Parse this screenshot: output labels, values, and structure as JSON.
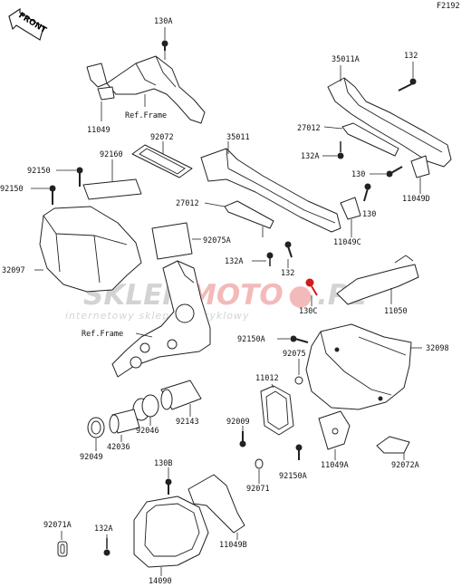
{
  "diagram_code": "F2192",
  "front_marker": "FRONT",
  "watermark": {
    "brand_prefix": "SKLEP",
    "brand_suffix": "MOTO",
    "tld": ".PL",
    "tagline": "internetowy sklep motocyklowy"
  },
  "colors": {
    "line": "#222222",
    "accent": "#d41a1a",
    "watermark_grey": "#c8c8c8",
    "watermark_red": "#f0b4b4"
  },
  "labels": {
    "l130A": "130A",
    "l11049": "11049",
    "refFrame1": "Ref.Frame",
    "l35011A": "35011A",
    "l132a": "132",
    "l27012a": "27012",
    "l132A1": "132A",
    "l130a": "130",
    "l11049D": "11049D",
    "l92072": "92072",
    "l35011": "35011",
    "l92160": "92160",
    "l92150a": "92150",
    "l92150b": "92150",
    "l27012b": "27012",
    "l130b": "130",
    "l11049C": "11049C",
    "l92075A": "92075A",
    "l132A2": "132A",
    "l132b": "132",
    "l32097": "32097",
    "l130C": "130C",
    "l11050": "11050",
    "refFrame2": "Ref.Frame",
    "l92150A1": "92150A",
    "l92075": "92075",
    "l32098": "32098",
    "l11012": "11012",
    "l92143": "92143",
    "l92046": "92046",
    "l42036": "42036",
    "l92049": "92049",
    "l92009": "92009",
    "l92071": "92071",
    "l92150A2": "92150A",
    "l11049A": "11049A",
    "l92072A": "92072A",
    "l130B": "130B",
    "l92071A": "92071A",
    "l132A3": "132A",
    "l11049B": "11049B",
    "l14090": "14090"
  }
}
